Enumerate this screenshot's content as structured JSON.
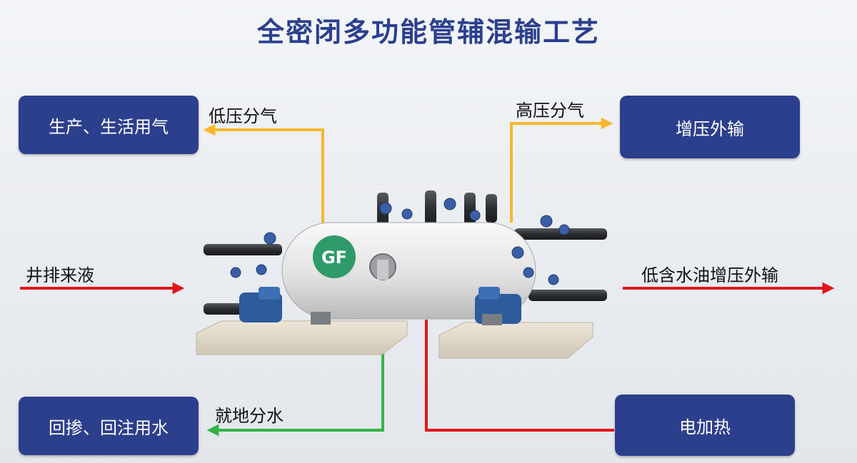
{
  "title": "全密闭多功能管辅混输工艺",
  "boxes": {
    "gas_use": "生产、生活用气",
    "boost_export": "增压外输",
    "water_use": "回掺、回注用水",
    "electric_heat": "电加热"
  },
  "flows": {
    "low_pressure_gas": "低压分气",
    "high_pressure_gas": "高压分气",
    "well_liquid": "井排来液",
    "low_water_oil_export": "低含水油增压外输",
    "local_water": "就地分水"
  },
  "equipment": {
    "logo": "GF"
  },
  "colors": {
    "box": "#2c3f8c",
    "title": "#2b3f8e",
    "gas_line": "#f7b82d",
    "liquid_line": "#e3161b",
    "water_line": "#34b34a",
    "logo": "#2f9a6a"
  },
  "icons": [
    "pipe-arrow-icon"
  ]
}
